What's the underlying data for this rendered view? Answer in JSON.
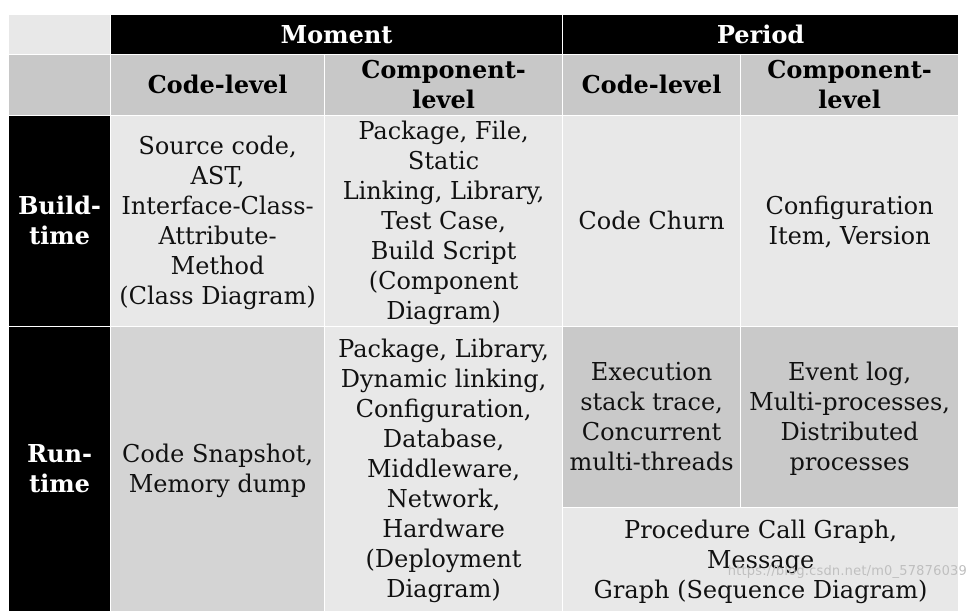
{
  "table": {
    "header_row1": {
      "blank": "",
      "moment": "Moment",
      "period": "Period"
    },
    "header_row2": {
      "blank": "",
      "moment_code": "Code-level",
      "moment_component": "Component-level",
      "period_code": "Code-level",
      "period_component": "Component-level"
    },
    "build_time": {
      "label": "Build-\ntime",
      "moment_code": "Source code,\nAST,\nInterface-Class-\nAttribute-\nMethod\n(Class Diagram)",
      "moment_component": "Package, File, Static\nLinking, Library,\nTest Case,\nBuild Script\n(Component\nDiagram)",
      "period_code": "Code Churn",
      "period_component": "Configuration\nItem, Version"
    },
    "run_time": {
      "label": "Run-\ntime",
      "moment_code": "Code Snapshot,\nMemory dump",
      "moment_component": "Package, Library,\nDynamic  linking,\nConfiguration,\nDatabase,\nMiddleware,\nNetwork,\nHardware\n(Deployment\nDiagram)",
      "period_code": "Execution\nstack trace,\nConcurrent\nmulti-threads",
      "period_component": "Event log,\nMulti-processes,\nDistributed\nprocesses",
      "period_shared": "Procedure Call Graph, Message\nGraph (Sequence Diagram)"
    }
  },
  "watermark": "https://blog.csdn.net/m0_57876039"
}
